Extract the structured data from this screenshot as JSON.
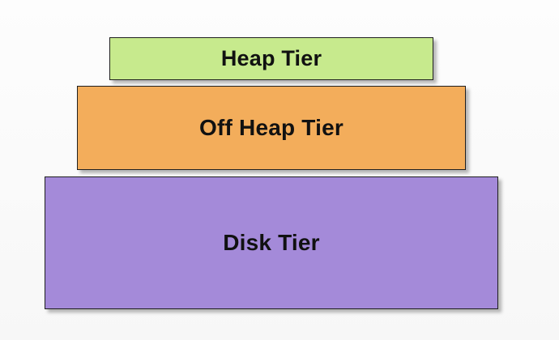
{
  "diagram": {
    "tiers": [
      {
        "label": "Heap Tier",
        "color": "#c7ea8d"
      },
      {
        "label": "Off Heap Tier",
        "color": "#f3ad5b"
      },
      {
        "label": "Disk Tier",
        "color": "#a48ad9"
      }
    ]
  }
}
